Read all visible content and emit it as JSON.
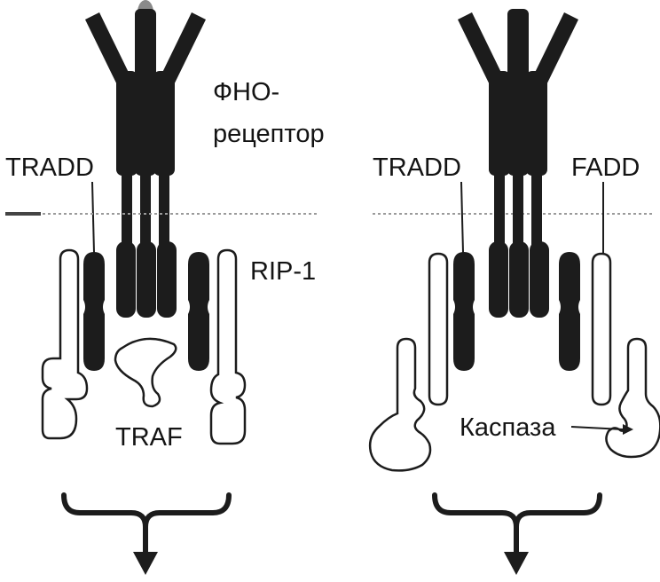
{
  "labels": {
    "receptor_line1": "ФНО-",
    "receptor_line2": "рецептор",
    "tradd_left": "TRADD",
    "rip1": "RIP-1",
    "traf": "TRAF",
    "tradd_right": "TRADD",
    "fadd": "FADD",
    "caspase": "Каспаза"
  },
  "colors": {
    "ink": "#141414",
    "protein": "#1c1c1c",
    "background": "#ffffff"
  }
}
